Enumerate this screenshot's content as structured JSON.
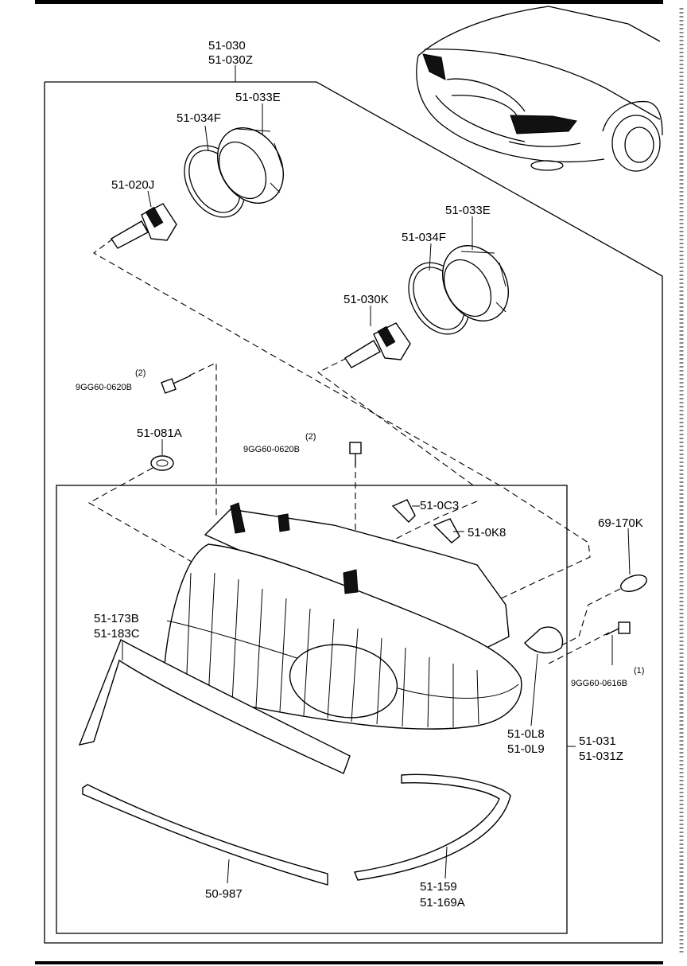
{
  "labels": {
    "l1": "51-030",
    "l2": "51-030Z",
    "l3": "51-033E",
    "l4": "51-034F",
    "l5": "51-020J",
    "l6": "51-033E",
    "l7": "51-034F",
    "l8": "51-030K",
    "l9": "(2)",
    "l10": "9GG60-0620B",
    "l11": "51-081A",
    "l12": "(2)",
    "l13": "9GG60-0620B",
    "l14": "51-0C3",
    "l15": "51-0K8",
    "l16": "69-170K",
    "l17": "(1)",
    "l18": "9GG60-0616B",
    "l19": "51-173B",
    "l20": "51-183C",
    "l21": "51-0L8",
    "l22": "51-0L9",
    "l23": "51-031",
    "l24": "51-031Z",
    "l25": "50-987",
    "l26": "51-159",
    "l27": "51-169A"
  }
}
